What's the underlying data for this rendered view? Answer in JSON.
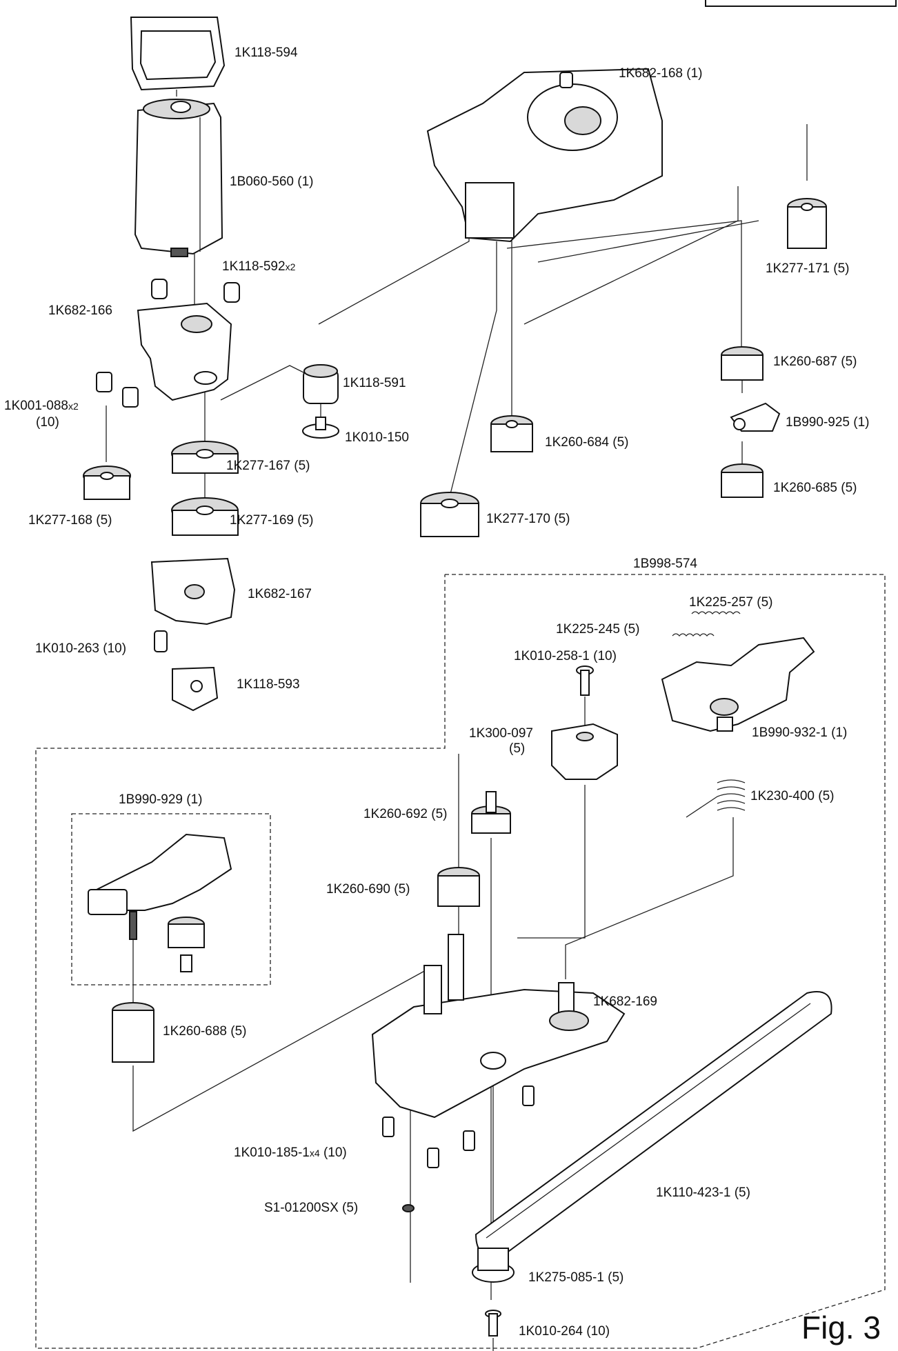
{
  "figure_label": "Fig. 3",
  "groups": {
    "assembly_main": "1B998-574",
    "assembly_sub": "1B990-929 (1)"
  },
  "parts": {
    "p1K118_594": "1K118-594",
    "p1B060_560": "1B060-560 (1)",
    "p1K118_592": "1K118-592",
    "p1K118_592_qty": "x2",
    "p1K682_166": "1K682-166",
    "p1K001_088": "1K001-088",
    "p1K001_088_qty": "x2",
    "p1K001_088_pkg": "(10)",
    "p1K118_591": "1K118-591",
    "p1K010_150": "1K010-150",
    "p1K277_167": "1K277-167 (5)",
    "p1K277_168": "1K277-168 (5)",
    "p1K277_169": "1K277-169 (5)",
    "p1K682_167": "1K682-167",
    "p1K010_263": "1K010-263 (10)",
    "p1K118_593": "1K118-593",
    "p1K682_168": "1K682-168 (1)",
    "p1K277_171": "1K277-171 (5)",
    "p1K260_687": "1K260-687 (5)",
    "p1B990_925": "1B990-925 (1)",
    "p1K260_685": "1K260-685 (5)",
    "p1K260_684": "1K260-684 (5)",
    "p1K277_170": "1K277-170 (5)",
    "p1K225_257": "1K225-257 (5)",
    "p1K225_245": "1K225-245 (5)",
    "p1K010_258_1": "1K010-258-1 (10)",
    "p1K300_097": "1K300-097",
    "p1K300_097_pkg": "(5)",
    "p1B990_932_1": "1B990-932-1 (1)",
    "p1K230_400": "1K230-400 (5)",
    "p1K260_692": "1K260-692 (5)",
    "p1K260_690": "1K260-690 (5)",
    "p1K682_169": "1K682-169",
    "p1K260_688": "1K260-688 (5)",
    "p1K010_185_1": "1K010-185-1",
    "p1K010_185_1_qty": "x4",
    "p1K010_185_1_pkg": "(10)",
    "p1K110_423_1": "1K110-423-1 (5)",
    "pS1_01200SX": "S1-01200SX (5)",
    "p1K275_085_1": "1K275-085-1 (5)",
    "p1K010_264": "1K010-264 (10)"
  }
}
